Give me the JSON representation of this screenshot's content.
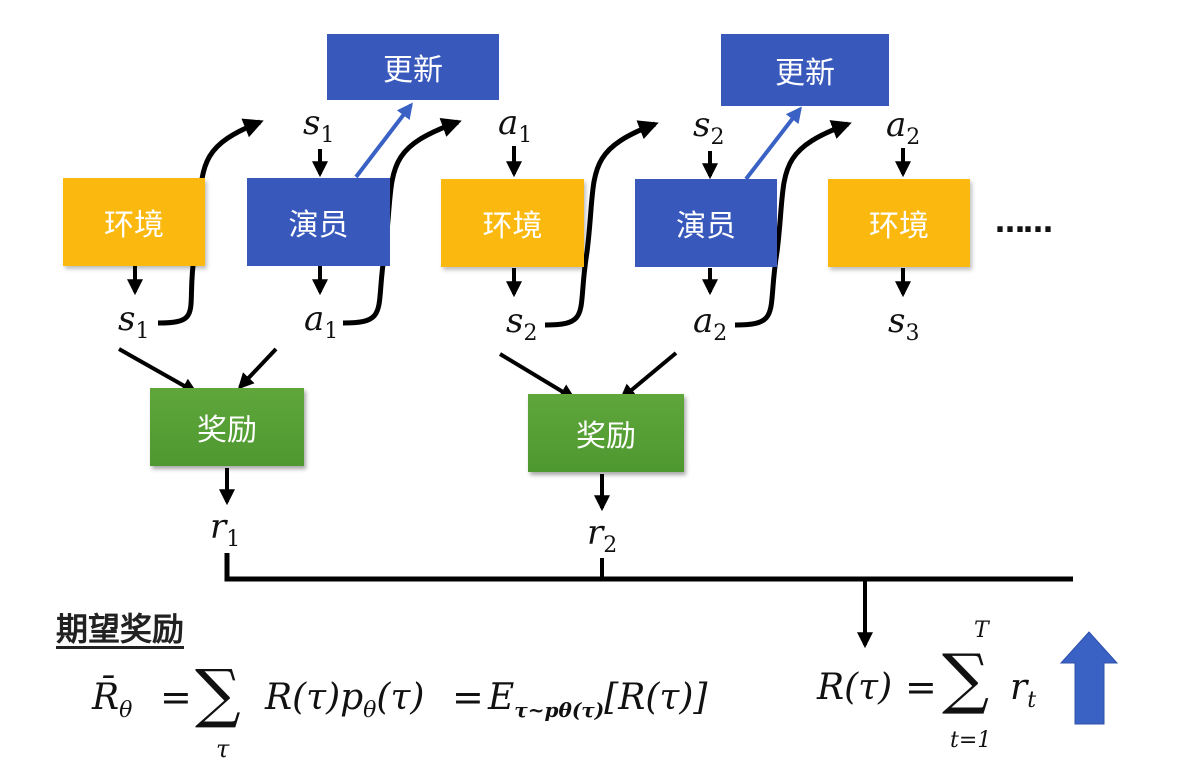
{
  "diagram": {
    "colors": {
      "environment": "#FBB90F",
      "actor": "#3858BC",
      "update": "#3858BC",
      "reward": "#5AA339",
      "arrow": "#000000",
      "update_arrow": "#3A62C4",
      "up_arrow": "#3A62C4"
    },
    "step1": {
      "env_label": "环境",
      "actor_label": "演员",
      "update_label": "更新",
      "reward_label": "奖励",
      "state_var": "s",
      "state_idx": "1",
      "action_var": "a",
      "action_idx": "1",
      "reward_var": "r",
      "reward_idx": "1"
    },
    "step2": {
      "env_label": "环境",
      "actor_label": "演员",
      "update_label": "更新",
      "reward_label": "奖励",
      "state_var": "s",
      "state_idx": "2",
      "action_var": "a",
      "action_idx": "2",
      "reward_var": "r",
      "reward_idx": "2"
    },
    "step3": {
      "env_label": "环境",
      "state_var": "s",
      "state_idx": "3"
    },
    "ellipsis": "……",
    "expected_reward_title": "期望奖励",
    "formula_expected": {
      "lhs": "R̄",
      "lhs_sub": "θ",
      "eq": "=",
      "sum_sub": "τ",
      "term1": "R(τ)p",
      "term1_sub": "θ",
      "term1_end": "(τ)",
      "eq2": "=",
      "expect": "E",
      "expect_sub": "τ~pθ(τ)",
      "expect_arg": "[R(τ)]"
    },
    "formula_total": {
      "lhs": "R(τ)",
      "eq": "=",
      "sum_top": "T",
      "sum_bottom": "t=1",
      "term": "r",
      "term_sub": "t"
    }
  }
}
